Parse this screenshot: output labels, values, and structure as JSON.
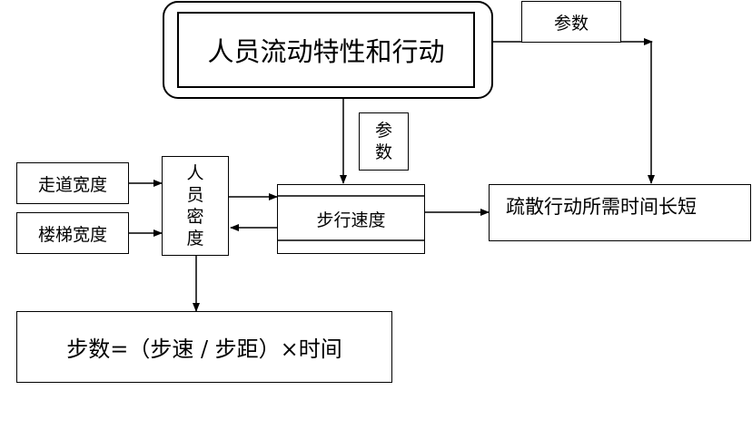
{
  "title": "人员流动特性和行动",
  "param_top": "参数",
  "param_mid": "参数",
  "corridor_width": "走道宽度",
  "stair_width": "楼梯宽度",
  "density": "人员密度",
  "walk_speed": "步行速度",
  "evac_time": "疏散行动所需时间长短",
  "formula": "步数=（步速 / 步距）×时间"
}
